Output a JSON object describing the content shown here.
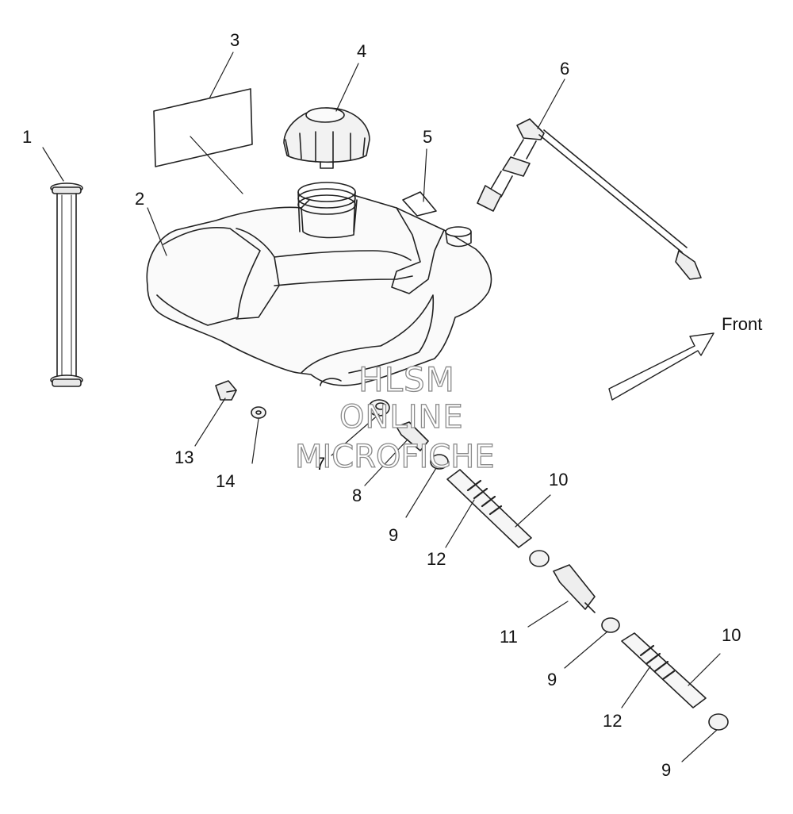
{
  "diagram": {
    "callouts": [
      {
        "id": "c1",
        "text": "1"
      },
      {
        "id": "c2",
        "text": "2"
      },
      {
        "id": "c3",
        "text": "3"
      },
      {
        "id": "c4",
        "text": "4"
      },
      {
        "id": "c5",
        "text": "5"
      },
      {
        "id": "c6",
        "text": "6"
      },
      {
        "id": "c7",
        "text": "7"
      },
      {
        "id": "c8",
        "text": "8"
      },
      {
        "id": "c9a",
        "text": "9"
      },
      {
        "id": "c10a",
        "text": "10"
      },
      {
        "id": "c12a",
        "text": "12"
      },
      {
        "id": "c11",
        "text": "11"
      },
      {
        "id": "c9b",
        "text": "9"
      },
      {
        "id": "c10b",
        "text": "10"
      },
      {
        "id": "c12b",
        "text": "12"
      },
      {
        "id": "c9c",
        "text": "9"
      },
      {
        "id": "c13",
        "text": "13"
      },
      {
        "id": "c14",
        "text": "14"
      }
    ],
    "direction_label": "Front",
    "watermark": [
      "HLSM",
      "ONLINE",
      "MICROFICHE"
    ]
  }
}
